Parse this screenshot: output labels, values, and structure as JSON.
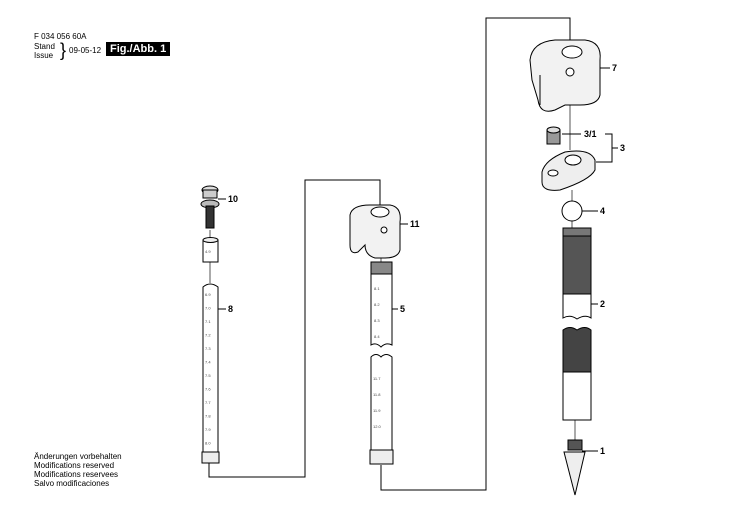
{
  "header": {
    "doc_number": "F 034 056 60A",
    "stand": "Stand",
    "issue": "Issue",
    "date": "09-05-12",
    "figure": "Fig./Abb. 1"
  },
  "notes": [
    "Änderungen vorbehalten",
    "Modifications reserved",
    "Modifications reservees",
    "Salvo modificaciones"
  ],
  "parts": {
    "p1": "1",
    "p2": "2",
    "p3": "3",
    "p3_1": "3/1",
    "p4": "4",
    "p5": "5",
    "p7": "7",
    "p8": "8",
    "p10": "10",
    "p11": "11"
  },
  "scales": {
    "sleeve": "4.9",
    "tube8": [
      "6.9",
      "7.0",
      "7.1",
      "7.2",
      "7.3",
      "7.4",
      "7.5",
      "7.6",
      "7.7",
      "7.8",
      "7.9",
      "8.0"
    ],
    "tube5_top": [
      "8.1",
      "8.2",
      "8.3",
      "8.4"
    ],
    "tube5_bottom": [
      "11.7",
      "11.8",
      "11.9",
      "12.0"
    ]
  }
}
